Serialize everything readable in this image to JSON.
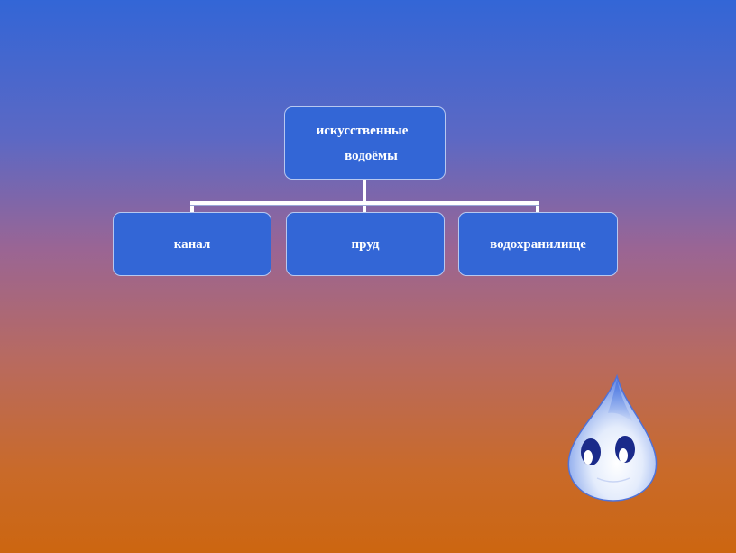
{
  "diagram": {
    "root": {
      "line1": "искусственные",
      "line2": "водоёмы"
    },
    "children": [
      {
        "label": "канал"
      },
      {
        "label": "пруд"
      },
      {
        "label": "водохранилище"
      }
    ]
  },
  "colors": {
    "node_fill": "#3366d6",
    "node_border": "#b8c8f0",
    "connector": "#ffffff",
    "bg_top": "#3366d6",
    "bg_bottom": "#cc6610"
  },
  "decor": {
    "mascot_icon": "water-drop-character-icon"
  }
}
